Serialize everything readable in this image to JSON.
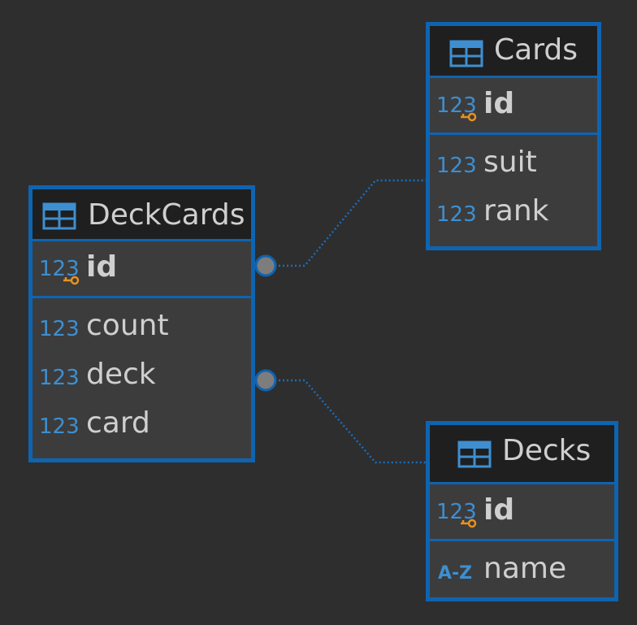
{
  "diagram": {
    "entities": [
      {
        "key": "deckcards",
        "title": "DeckCards",
        "primary_key": [
          {
            "name": "id",
            "type": "numeric"
          }
        ],
        "attributes": [
          {
            "name": "count",
            "type": "numeric"
          },
          {
            "name": "deck",
            "type": "numeric"
          },
          {
            "name": "card",
            "type": "numeric"
          }
        ]
      },
      {
        "key": "cards",
        "title": "Cards",
        "primary_key": [
          {
            "name": "id",
            "type": "numeric"
          }
        ],
        "attributes": [
          {
            "name": "suit",
            "type": "numeric"
          },
          {
            "name": "rank",
            "type": "numeric"
          }
        ]
      },
      {
        "key": "decks",
        "title": "Decks",
        "primary_key": [
          {
            "name": "id",
            "type": "numeric"
          }
        ],
        "attributes": [
          {
            "name": "name",
            "type": "text"
          }
        ]
      }
    ],
    "relationships": [
      {
        "from": "DeckCards.id",
        "to": "Cards"
      },
      {
        "from": "DeckCards.deck",
        "to": "Decks"
      }
    ],
    "icons": {
      "table": "table-icon",
      "numeric": "numeric-type-icon",
      "text": "text-type-icon",
      "key": "key-icon"
    },
    "colors": {
      "background": "#2e2e2e",
      "border": "#0f64b1",
      "header": "#1f1f1f",
      "body": "#3c3c3c",
      "text": "#cfcfcf",
      "type_icon": "#3d8fd1",
      "key_icon": "#e8911f",
      "connector": "#7d7d7d"
    },
    "type_labels": {
      "numeric": "123",
      "text": "A-Z"
    }
  }
}
